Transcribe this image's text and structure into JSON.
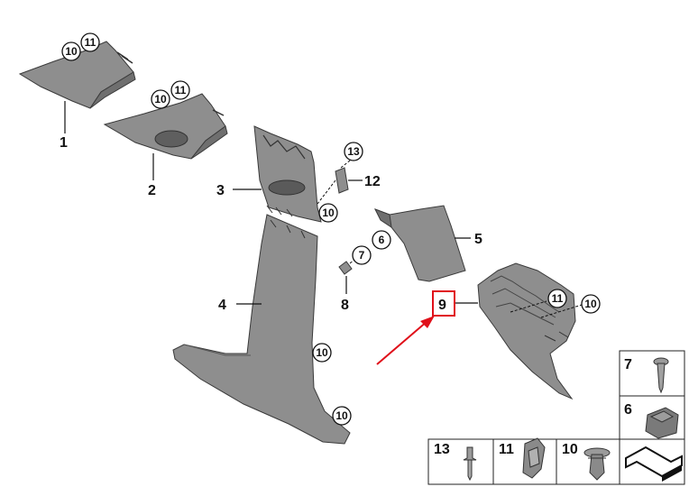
{
  "callouts": {
    "c1": "1",
    "c2": "2",
    "c3": "3",
    "c4": "4",
    "c5": "5",
    "c6": "6",
    "c7": "7",
    "c8": "8",
    "c9": "9",
    "c10": "10",
    "c11": "11",
    "c12": "12",
    "c13": "13"
  },
  "legend": {
    "l7": "7",
    "l6": "6",
    "l13": "13",
    "l11": "11",
    "l10": "10"
  },
  "colors": {
    "highlight": "#e0101a",
    "part_fill": "#8e8e8e",
    "part_dark": "#6f6f6f"
  }
}
